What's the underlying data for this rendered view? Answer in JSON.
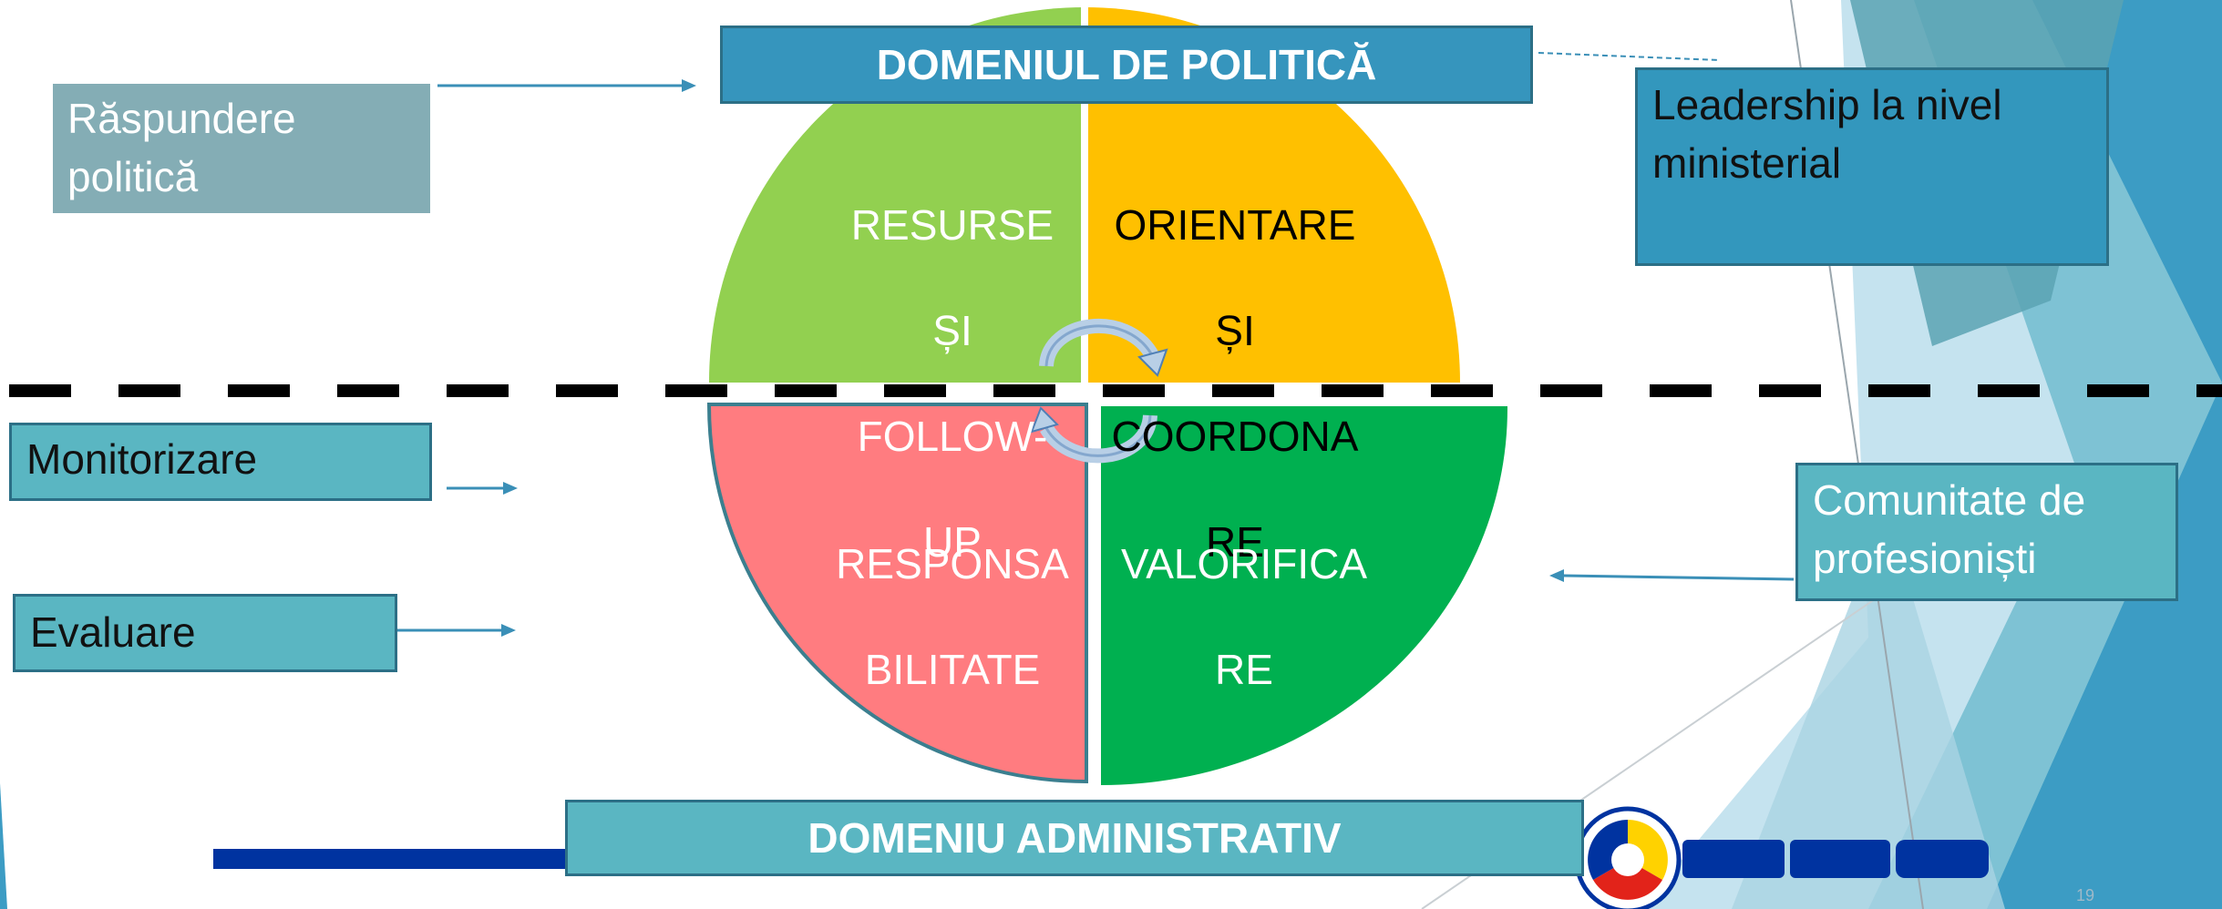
{
  "diagram": {
    "top_banner": "DOMENIUL DE POLITICĂ",
    "bottom_banner": "DOMENIU ADMINISTRATIV",
    "quadrants": {
      "top_left": {
        "lines": [
          "RESURSE",
          "ȘI",
          "FOLLOW-",
          "UP"
        ],
        "color": "#92d050"
      },
      "top_right": {
        "lines": [
          "ORIENTARE",
          "ȘI",
          "COORDONA",
          "RE"
        ],
        "color": "#ffc000"
      },
      "bottom_left": {
        "lines": [
          "RESPONSA",
          "BILITATE"
        ],
        "color": "#ff7c80"
      },
      "bottom_right": {
        "lines": [
          "VALORIFICA",
          "RE"
        ],
        "color": "#00b050"
      }
    },
    "side_boxes": {
      "raspundere": {
        "lines": [
          "Răspundere",
          "politică"
        ]
      },
      "monitorizare": "Monitorizare",
      "evaluare": "Evaluare",
      "leadership": {
        "lines": [
          "Leadership la nivel",
          "ministerial"
        ]
      },
      "comunitate": {
        "lines": [
          "Comunitate de",
          "profesioniști"
        ]
      }
    },
    "page_number": "19"
  },
  "colors": {
    "banner_top": "#3695bd",
    "banner_bottom": "#5ab6c2",
    "raspundere_box": "#84adb5",
    "teal_box": "#5ab6c2",
    "leadership_box": "#3397bd",
    "arrow": "#3a8fb7",
    "dashed_line": "#000000",
    "bottom_bar": "#0033a0"
  }
}
